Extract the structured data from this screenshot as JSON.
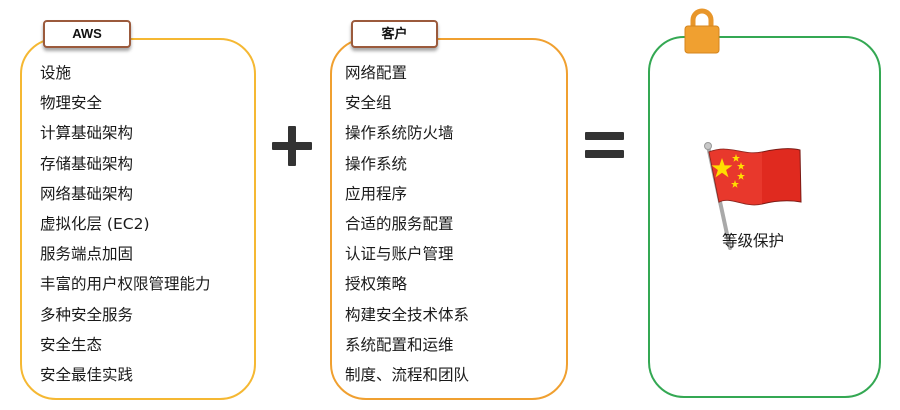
{
  "aws": {
    "label": "AWS",
    "items": [
      "设施",
      "物理安全",
      "计算基础架构",
      "存储基础架构",
      "网络基础架构",
      "虚拟化层 (EC2)",
      "服务端点加固",
      "丰富的用户权限管理能力",
      "多种安全服务",
      "安全生态",
      "安全最佳实践"
    ]
  },
  "customer": {
    "label": "客户",
    "items": [
      "网络配置",
      "安全组",
      "操作系统防火墙",
      "操作系统",
      "应用程序",
      "合适的服务配置",
      "认证与账户管理",
      "授权策略",
      "构建安全技术体系",
      "系统配置和运维",
      "制度、流程和团队"
    ]
  },
  "result": {
    "label": "等级保护",
    "icons": [
      "lock-icon",
      "china-flag-icon"
    ]
  },
  "colors": {
    "aws_border": "#f5b833",
    "customer_border": "#f0a030",
    "result_border": "#34a853",
    "tag_border": "#9b5a3c",
    "lock": "#f0a030",
    "flag_red": "#e02a1f",
    "star_yellow": "#ffde00"
  }
}
